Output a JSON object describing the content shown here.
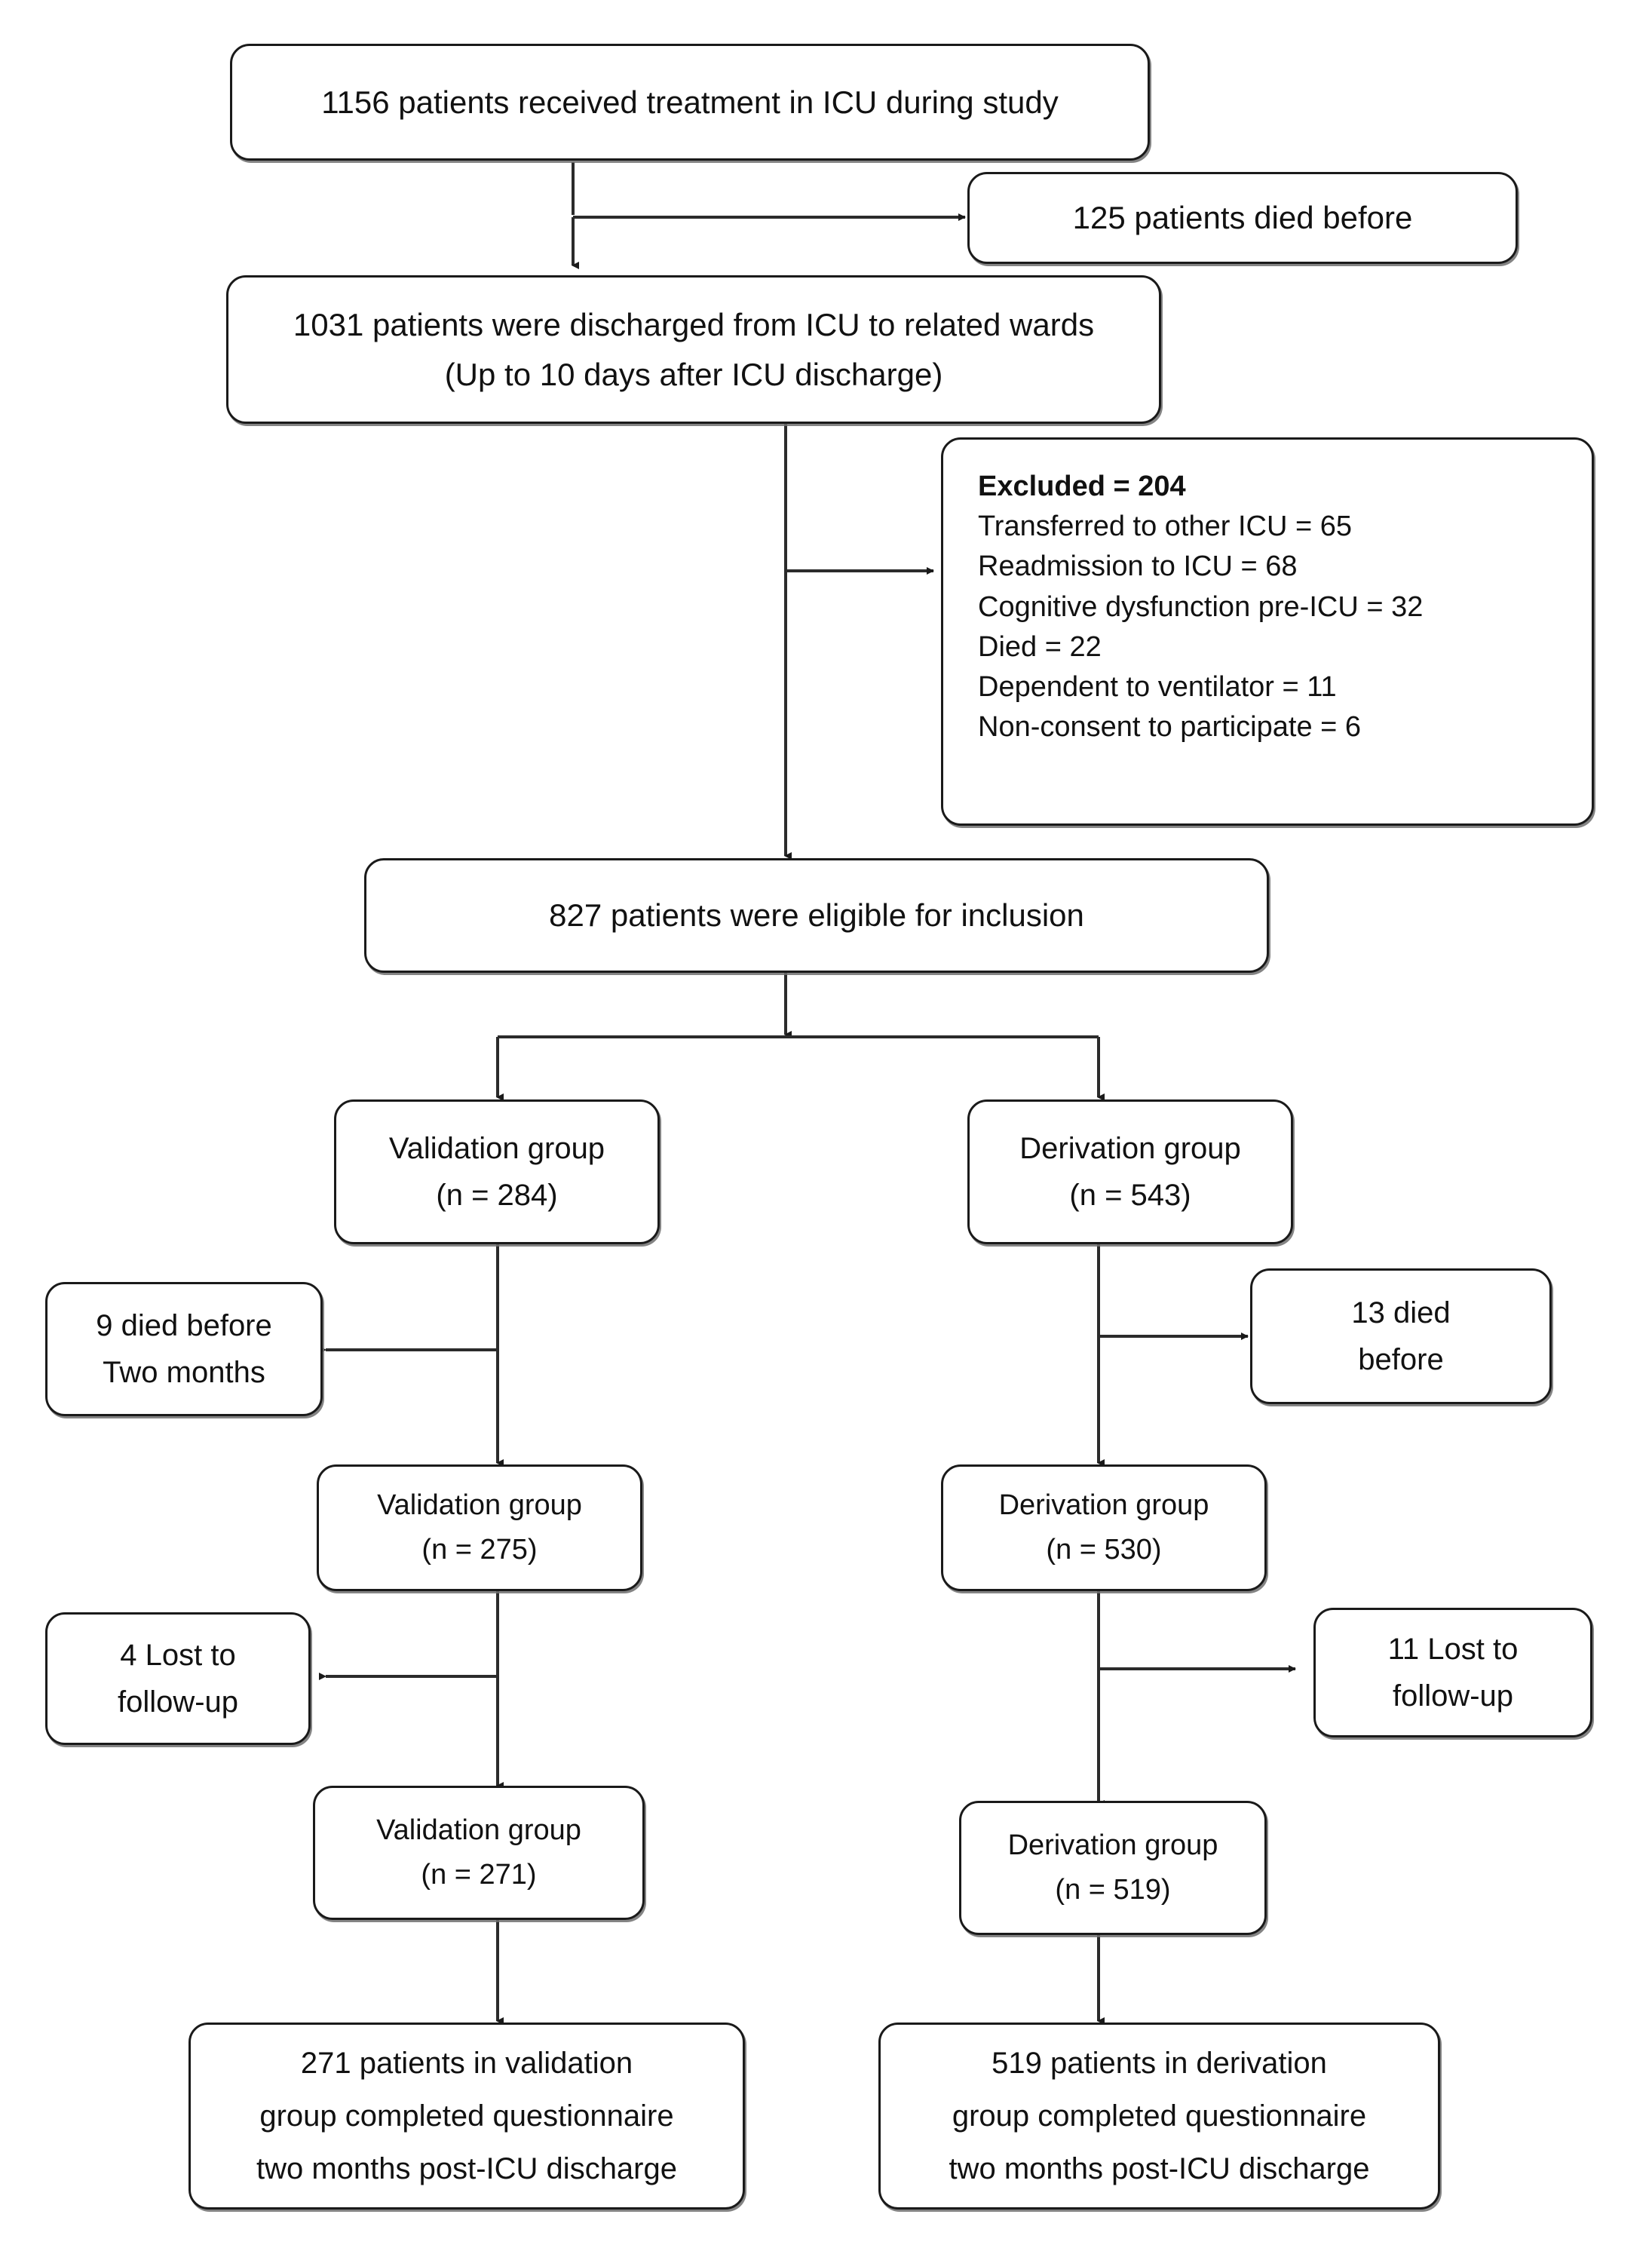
{
  "diagram": {
    "type": "flowchart",
    "title": "ICU patient study flow diagram",
    "colors": {
      "box_border": "#1a1a1a",
      "box_fill": "#ffffff",
      "connector": "#2b2b2b",
      "shadow": "#6e6e6e",
      "text": "#111111"
    }
  },
  "nodes": {
    "treated": {
      "id": "treated",
      "line1": "1156 patients received treatment in ICU during study"
    },
    "died_before_1": {
      "id": "died_before_1",
      "line1": "125 patients died before"
    },
    "discharged": {
      "id": "discharged",
      "line1": "1031 patients were discharged from ICU to related wards",
      "line2": "(Up to 10 days after ICU discharge)"
    },
    "excluded": {
      "id": "excluded",
      "heading": "Excluded = 204",
      "items": [
        "Transferred to other ICU = 65",
        "Readmission to ICU = 68",
        "Cognitive dysfunction pre-ICU = 32",
        "Died = 22",
        "Dependent to ventilator = 11",
        "Non-consent to participate = 6"
      ]
    },
    "eligible": {
      "id": "eligible",
      "line1": "827 patients were eligible for inclusion"
    },
    "validation_284": {
      "id": "validation_284",
      "line1": "Validation group",
      "line2": "(n = 284)"
    },
    "derivation_543": {
      "id": "derivation_543",
      "line1": "Derivation group",
      "line2": "(n = 543)"
    },
    "died_9": {
      "id": "died_9",
      "line1": "9 died before",
      "line2": "Two months"
    },
    "died_13": {
      "id": "died_13",
      "line1": "13 died",
      "line2": "before"
    },
    "validation_275": {
      "id": "validation_275",
      "line1": "Validation group",
      "line2": "(n = 275)"
    },
    "derivation_530": {
      "id": "derivation_530",
      "line1": "Derivation group",
      "line2": "(n = 530)"
    },
    "lost_4": {
      "id": "lost_4",
      "line1": "4 Lost to",
      "line2": "follow-up"
    },
    "lost_11": {
      "id": "lost_11",
      "line1": "11 Lost to",
      "line2": "follow-up"
    },
    "validation_271": {
      "id": "validation_271",
      "line1": "Validation group",
      "line2": "(n = 271)"
    },
    "derivation_519": {
      "id": "derivation_519",
      "line1": "Derivation group",
      "line2": "(n = 519)"
    },
    "final_validation": {
      "id": "final_validation",
      "line1": "271 patients in validation",
      "line2": "group completed questionnaire",
      "line3": "two months post-ICU discharge"
    },
    "final_derivation": {
      "id": "final_derivation",
      "line1": "519 patients in derivation",
      "line2": "group completed questionnaire",
      "line3": "two months post-ICU discharge"
    }
  },
  "edges": [
    {
      "from": "treated",
      "to": "discharged",
      "kind": "vertical-arrow"
    },
    {
      "from": "treated",
      "to": "died_before_1",
      "kind": "branch-right-arrow"
    },
    {
      "from": "discharged",
      "to": "eligible",
      "kind": "vertical-arrow"
    },
    {
      "from": "discharged",
      "to": "excluded",
      "kind": "branch-right-arrow"
    },
    {
      "from": "eligible",
      "to": "validation_284",
      "kind": "split-left-arrow"
    },
    {
      "from": "eligible",
      "to": "derivation_543",
      "kind": "split-right-arrow"
    },
    {
      "from": "validation_284",
      "to": "validation_275",
      "kind": "vertical-arrow"
    },
    {
      "from": "validation_284",
      "to": "died_9",
      "kind": "branch-left-arrow"
    },
    {
      "from": "derivation_543",
      "to": "derivation_530",
      "kind": "vertical-arrow"
    },
    {
      "from": "derivation_543",
      "to": "died_13",
      "kind": "branch-right-arrow"
    },
    {
      "from": "validation_275",
      "to": "validation_271",
      "kind": "vertical-arrow"
    },
    {
      "from": "validation_275",
      "to": "lost_4",
      "kind": "branch-left-arrow"
    },
    {
      "from": "derivation_530",
      "to": "derivation_519",
      "kind": "vertical-arrow"
    },
    {
      "from": "derivation_530",
      "to": "lost_11",
      "kind": "branch-right-arrow"
    },
    {
      "from": "validation_271",
      "to": "final_validation",
      "kind": "vertical-arrow"
    },
    {
      "from": "derivation_519",
      "to": "final_derivation",
      "kind": "vertical-arrow"
    }
  ]
}
